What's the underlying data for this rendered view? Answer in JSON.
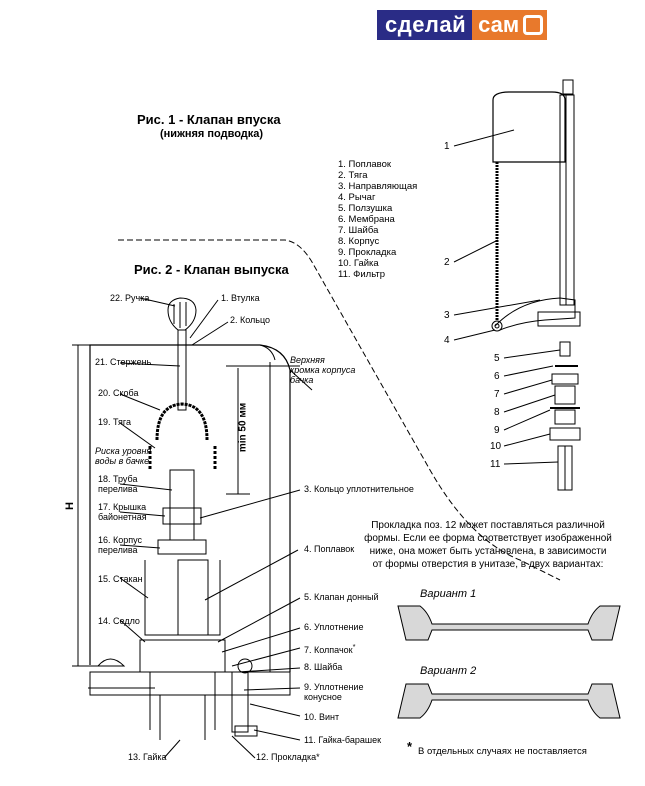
{
  "logo": {
    "left": "сделай",
    "right": "сам"
  },
  "fig1": {
    "title": "Рис. 1 - Клапан впуска",
    "subtitle": "(нижняя подводка)",
    "legend": [
      "1. Поплавок",
      "2. Тяга",
      "3. Направляющая",
      "4. Рычаг",
      "5. Ползушка",
      "6. Мембрана",
      "7. Шайба",
      "8. Корпус",
      "9. Прокладка",
      "10. Гайка",
      "11. Фильтр"
    ],
    "callouts": [
      "1",
      "2",
      "3",
      "4",
      "5",
      "6",
      "7",
      "8",
      "9",
      "10",
      "11"
    ]
  },
  "fig2": {
    "title": "Рис. 2 - Клапан выпуска",
    "labels": {
      "l22": "22. Ручка",
      "l1": "1. Втулка",
      "l2": "2. Кольцо",
      "l21": "21. Стержень",
      "l20": "20. Скоба",
      "l19": "19. Тяга",
      "risk": "Риска уровня воды в бачке",
      "l18": "18. Труба перелива",
      "l17": "17. Крышка байонетная",
      "l16": "16. Корпус перелива",
      "l15": "15. Стакан",
      "l14": "14. Седло",
      "l13": "13. Гайка",
      "l12": "12. Прокладка*",
      "l3": "3. Кольцо уплотнительное",
      "l4": "4. Поплавок",
      "l5": "5. Клапан донный",
      "l6": "6. Уплотнение",
      "l7": "7. Колпачок",
      "l8": "8. Шайба",
      "l9": "9. Уплотнение конусное",
      "l10": "10. Винт",
      "l11": "11. Гайка-барашек",
      "rim": "Верхняя кромка корпуса бачка",
      "min": "min 50 мм",
      "h": "H",
      "star": "*"
    }
  },
  "gasket": {
    "note": "Прокладка поз. 12 может поставляться различной формы. Если ее форма соответствует изображенной ниже, она может быть установлена, в зависимости от формы отверстия в унитазе, в двух вариантах:",
    "variant1": "Вариант 1",
    "variant2": "Вариант 2",
    "footnote": "В отдельных случаях не поставляется",
    "footnote_mark": "*"
  }
}
